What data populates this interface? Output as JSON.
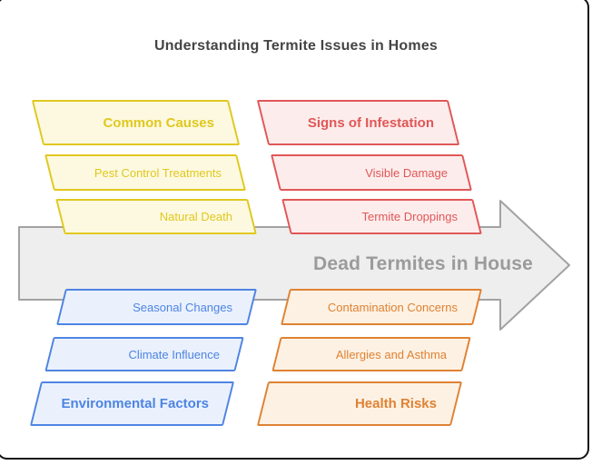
{
  "title": "Understanding Termite Issues in Homes",
  "center_arrow": {
    "label": "Dead Termites in House",
    "direction": "right"
  },
  "groups": [
    {
      "name": "Common Causes",
      "position": "top-left",
      "color": "yellow",
      "header": "Common Causes",
      "items": [
        "Pest Control Treatments",
        "Natural Death"
      ]
    },
    {
      "name": "Signs of Infestation",
      "position": "top-right",
      "color": "red",
      "header": "Signs of Infestation",
      "items": [
        "Visible Damage",
        "Termite Droppings"
      ]
    },
    {
      "name": "Environmental Factors",
      "position": "bottom-left",
      "color": "blue",
      "header": "Environmental Factors",
      "items": [
        "Seasonal Changes",
        "Climate Influence"
      ]
    },
    {
      "name": "Health Risks",
      "position": "bottom-right",
      "color": "orange",
      "header": "Health Risks",
      "items": [
        "Contamination Concerns",
        "Allergies and Asthma"
      ]
    }
  ],
  "colors": {
    "yellow-stroke": "#e0c81e",
    "yellow-fill": "#fdf9e0",
    "red-stroke": "#e05757",
    "red-fill": "#fdecec",
    "blue-stroke": "#4e84e2",
    "blue-fill": "#eaf1fd",
    "orange-stroke": "#df8233",
    "orange-fill": "#fdf1e3",
    "arrow-fill": "#eeeeee",
    "arrow-stroke": "#a2a2a2",
    "arrow-text": "#9b9b9b",
    "title-text": "#444444",
    "frame": "#111111"
  }
}
